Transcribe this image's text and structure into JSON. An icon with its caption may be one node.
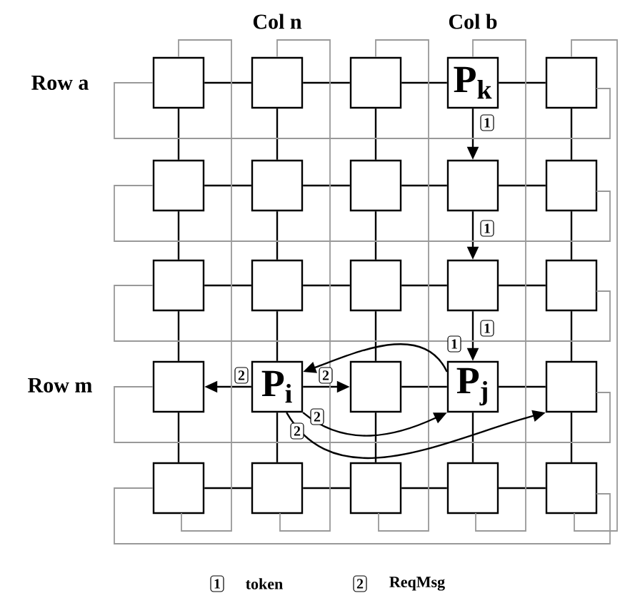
{
  "diagram": {
    "nodes": [
      {
        "text": [],
        "shape": "box"
      },
      {
        "text": [],
        "shape": "box"
      },
      {
        "text": [],
        "shape": "box"
      },
      {
        "text": [
          "P$_{k}$"
        ]
      },
      {
        "text": [],
        "shape": "box"
      },
      {
        "text": [],
        "shape": "box"
      },
      {
        "text": [],
        "shape": "box"
      },
      {
        "text": [],
        "shape": "box"
      },
      {
        "text": [],
        "shape": "box"
      },
      {
        "text": [],
        "shape": "box"
      },
      {
        "text": [],
        "shape": "box"
      },
      {
        "text": [],
        "shape": "box"
      },
      {
        "text": [],
        "shape": "box"
      },
      {
        "text": [],
        "shape": "box"
      },
      {
        "text": [],
        "shape": "box"
      },
      {
        "text": [],
        "shape": "box"
      },
      {
        "text": [
          "P$_{i}$"
        ]
      },
      {
        "text": [],
        "shape": "box"
      },
      {
        "text": [
          "P$_{j}$"
        ]
      },
      {
        "text": [],
        "shape": "box"
      },
      {
        "text": [],
        "shape": "box"
      },
      {
        "text": [],
        "shape": "box"
      },
      {
        "text": [],
        "shape": "box"
      },
      {
        "text": [],
        "shape": "box"
      },
      {
        "text": [],
        "shape": "box"
      }
    ],
    "edges": [
      {
        "from": 0,
        "to": 1,
        "arrow": "none"
      },
      {
        "from": 1,
        "to": 2,
        "arrow": "none"
      },
      {
        "from": 2,
        "to": 3,
        "arrow": "none"
      },
      {
        "from": 3,
        "to": 4,
        "arrow": "none"
      },
      {
        "from": 5,
        "to": 6,
        "arrow": "none"
      },
      {
        "from": 6,
        "to": 7,
        "arrow": "none"
      },
      {
        "from": 7,
        "to": 8,
        "arrow": "none"
      },
      {
        "from": 8,
        "to": 9,
        "arrow": "none"
      },
      {
        "from": 10,
        "to": 11,
        "arrow": "none"
      },
      {
        "from": 11,
        "to": 12,
        "arrow": "none"
      },
      {
        "from": 12,
        "to": 13,
        "arrow": "none"
      },
      {
        "from": 13,
        "to": 14,
        "arrow": "none"
      },
      {
        "from": 16,
        "to": 15,
        "arrow": "to",
        "label": "2"
      },
      {
        "from": 16,
        "to": 17,
        "arrow": "to",
        "label": "2"
      },
      {
        "from": 17,
        "to": 18,
        "arrow": "none"
      },
      {
        "from": 18,
        "to": 19,
        "arrow": "none"
      },
      {
        "from": 20,
        "to": 21,
        "arrow": "none"
      },
      {
        "from": 21,
        "to": 22,
        "arrow": "none"
      },
      {
        "from": 22,
        "to": 23,
        "arrow": "none"
      },
      {
        "from": 23,
        "to": 24,
        "arrow": "none"
      },
      {
        "from": 0,
        "to": 5,
        "arrow": "none"
      },
      {
        "from": 1,
        "to": 6,
        "arrow": "none"
      },
      {
        "from": 2,
        "to": 7,
        "arrow": "none"
      },
      {
        "from": 3,
        "to": 8,
        "arrow": "to",
        "label": "1"
      },
      {
        "from": 4,
        "to": 9,
        "arrow": "none"
      },
      {
        "from": 5,
        "to": 10,
        "arrow": "none"
      },
      {
        "from": 6,
        "to": 11,
        "arrow": "none"
      },
      {
        "from": 7,
        "to": 12,
        "arrow": "none"
      },
      {
        "from": 8,
        "to": 13,
        "arrow": "to",
        "label": "1"
      },
      {
        "from": 9,
        "to": 14,
        "arrow": "none"
      },
      {
        "from": 10,
        "to": 15,
        "arrow": "none"
      },
      {
        "from": 11,
        "to": 16,
        "arrow": "none"
      },
      {
        "from": 12,
        "to": 17,
        "arrow": "none"
      },
      {
        "from": 13,
        "to": 18,
        "arrow": "to",
        "label": "1"
      },
      {
        "from": 14,
        "to": 19,
        "arrow": "none"
      },
      {
        "from": 15,
        "to": 20,
        "arrow": "none"
      },
      {
        "from": 16,
        "to": 21,
        "arrow": "none"
      },
      {
        "from": 17,
        "to": 22,
        "arrow": "none"
      },
      {
        "from": 18,
        "to": 23,
        "arrow": "none"
      },
      {
        "from": 19,
        "to": 24,
        "arrow": "none"
      },
      {
        "from": 0,
        "to": 4,
        "arrow": "none",
        "color": "#999999"
      },
      {
        "from": 5,
        "to": 9,
        "arrow": "none",
        "color": "#999999"
      },
      {
        "from": 10,
        "to": 14,
        "arrow": "none",
        "color": "#999999"
      },
      {
        "from": 15,
        "to": 19,
        "arrow": "none",
        "color": "#999999"
      },
      {
        "from": 20,
        "to": 24,
        "arrow": "none",
        "color": "#999999"
      },
      {
        "from": 0,
        "to": 20,
        "arrow": "none",
        "color": "#999999"
      },
      {
        "from": 1,
        "to": 21,
        "arrow": "none",
        "color": "#999999"
      },
      {
        "from": 2,
        "to": 22,
        "arrow": "none",
        "color": "#999999"
      },
      {
        "from": 3,
        "to": 23,
        "arrow": "none",
        "color": "#999999"
      },
      {
        "from": 4,
        "to": 24,
        "arrow": "none",
        "color": "#999999"
      },
      {
        "from": 18,
        "to": 16,
        "arrow": "to",
        "label": "1"
      },
      {
        "from": 16,
        "to": 18,
        "arrow": "to",
        "label": "2"
      },
      {
        "from": 16,
        "to": 19,
        "arrow": "to",
        "label": "2"
      }
    ],
    "labels": [
      "Col n",
      "Col b",
      "Row a",
      "Row m",
      "1",
      "token",
      "2",
      "ReqMsg"
    ]
  }
}
